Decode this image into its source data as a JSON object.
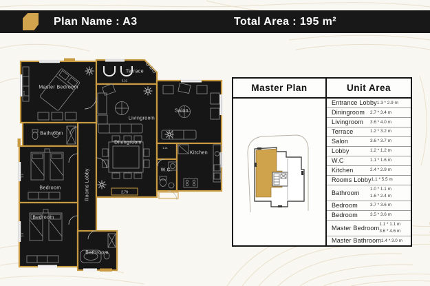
{
  "header": {
    "plan_name": "Plan Name : A3",
    "total_area": "Total Area : 195 m²"
  },
  "floorplan": {
    "rooms": {
      "master_bedroom": "Master Bedroom",
      "bathroom": "Bathroom",
      "bedroom": "Bedroom",
      "rooms_lobby": "Rooms Lobby",
      "terrace": "Terrace",
      "livingroom": "Livingroom",
      "diningroom": "Diningroom",
      "salon": "Salon",
      "kitchen": "Kitchen",
      "wc": "W.C."
    },
    "dims": {
      "dining_width": "2.79",
      "terrace_width": "3.21",
      "lobby_width": "1.21",
      "side_a": "3.6",
      "side_b": "3.5",
      "side_c": "3.8"
    }
  },
  "table": {
    "master_plan_header": "Master Plan",
    "unit_area_header": "Unit Area",
    "rows": [
      {
        "name": "Entrance Lobby",
        "dims": "1.3 * 2.9 m"
      },
      {
        "name": "Diningroom",
        "dims": "2.7 * 3.4 m"
      },
      {
        "name": "Livingroom",
        "dims": "3.6 * 4.0 m"
      },
      {
        "name": "Terrace",
        "dims": "1.2 * 3.2 m"
      },
      {
        "name": "Salon",
        "dims": "3.6 * 3.7 m"
      },
      {
        "name": "Lobby",
        "dims": "1.2 * 1.2 m"
      },
      {
        "name": "W.C",
        "dims": "1.1 * 1.6 m"
      },
      {
        "name": "Kitchen",
        "dims": "2.4 * 2.9 m"
      },
      {
        "name": "Rooms Lobby",
        "dims": "1.1 * 5.5 m"
      },
      {
        "name": "Bathroom",
        "dims": "1.0 * 1.1 m",
        "dims2": "1.6 * 2.4 m"
      },
      {
        "name": "Bedroom",
        "dims": "3.7 * 3.6 m"
      },
      {
        "name": "Bedroom",
        "dims": "3.5 * 3.6 m"
      },
      {
        "name": "Master Bedroom",
        "dims": "1.1 * 1.1 m",
        "dims2": "3.6 * 4.6 m"
      },
      {
        "name": "Master Bathroom",
        "dims": "1.4 * 3.0 m"
      }
    ]
  },
  "colors": {
    "gold": "#c89b42",
    "dark": "#161616",
    "page_bg": "#f9f7f1",
    "contour": "#e7ddc7"
  }
}
